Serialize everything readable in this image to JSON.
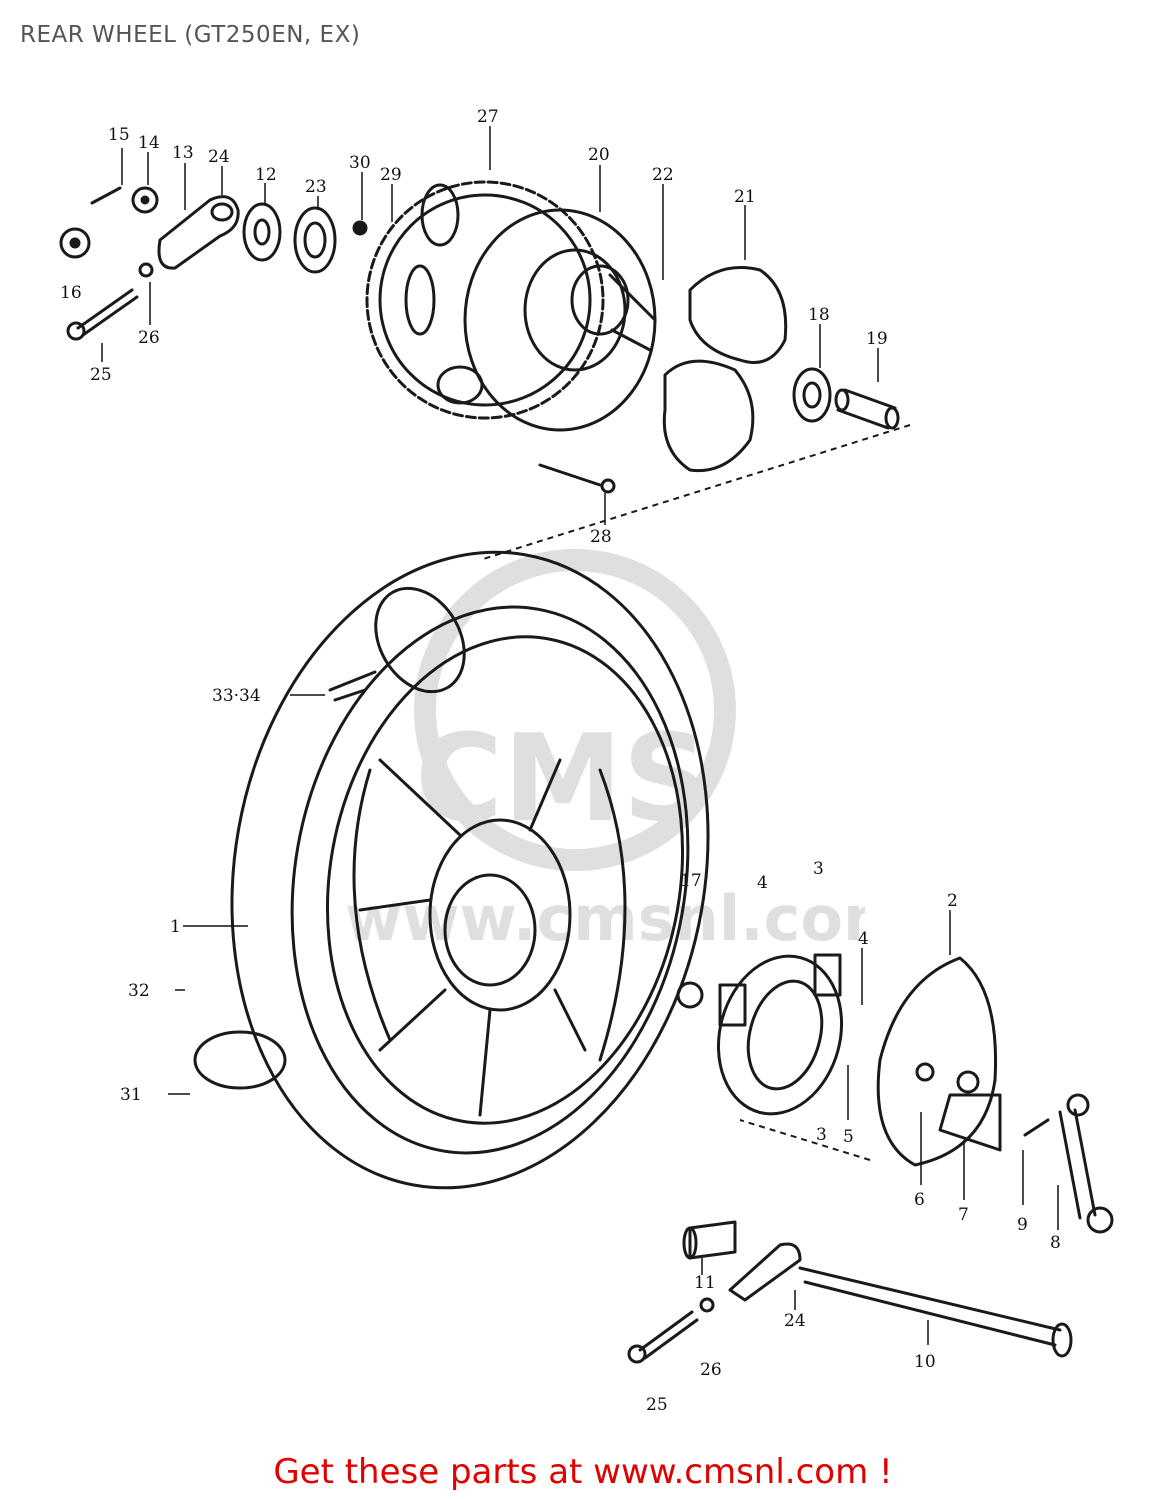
{
  "title": "REAR WHEEL (GT250EN, EX)",
  "footer": "Get these parts at www.cmsnl.com !",
  "watermark": {
    "text": "www.cmsnl.com",
    "logo": "CMS"
  },
  "part_labels": [
    {
      "id": "p15",
      "text": "15"
    },
    {
      "id": "p14",
      "text": "14"
    },
    {
      "id": "p13",
      "text": "13"
    },
    {
      "id": "p24a",
      "text": "24"
    },
    {
      "id": "p12",
      "text": "12"
    },
    {
      "id": "p23",
      "text": "23"
    },
    {
      "id": "p30",
      "text": "30"
    },
    {
      "id": "p29",
      "text": "29"
    },
    {
      "id": "p27",
      "text": "27"
    },
    {
      "id": "p20",
      "text": "20"
    },
    {
      "id": "p22",
      "text": "22"
    },
    {
      "id": "p21",
      "text": "21"
    },
    {
      "id": "p16",
      "text": "16"
    },
    {
      "id": "p26a",
      "text": "26"
    },
    {
      "id": "p25a",
      "text": "25"
    },
    {
      "id": "p18",
      "text": "18"
    },
    {
      "id": "p19",
      "text": "19"
    },
    {
      "id": "p28",
      "text": "28"
    },
    {
      "id": "p3334",
      "text": "33·34"
    },
    {
      "id": "p1",
      "text": "1"
    },
    {
      "id": "p17",
      "text": "17"
    },
    {
      "id": "p4a",
      "text": "4"
    },
    {
      "id": "p3a",
      "text": "3"
    },
    {
      "id": "p2",
      "text": "2"
    },
    {
      "id": "p4b",
      "text": "4"
    },
    {
      "id": "p32",
      "text": "32"
    },
    {
      "id": "p31",
      "text": "31"
    },
    {
      "id": "p3b",
      "text": "3"
    },
    {
      "id": "p5",
      "text": "5"
    },
    {
      "id": "p6",
      "text": "6"
    },
    {
      "id": "p7",
      "text": "7"
    },
    {
      "id": "p9",
      "text": "9"
    },
    {
      "id": "p8",
      "text": "8"
    },
    {
      "id": "p11",
      "text": "11"
    },
    {
      "id": "p24b",
      "text": "24"
    },
    {
      "id": "p10",
      "text": "10"
    },
    {
      "id": "p26b",
      "text": "26"
    },
    {
      "id": "p25b",
      "text": "25"
    }
  ]
}
